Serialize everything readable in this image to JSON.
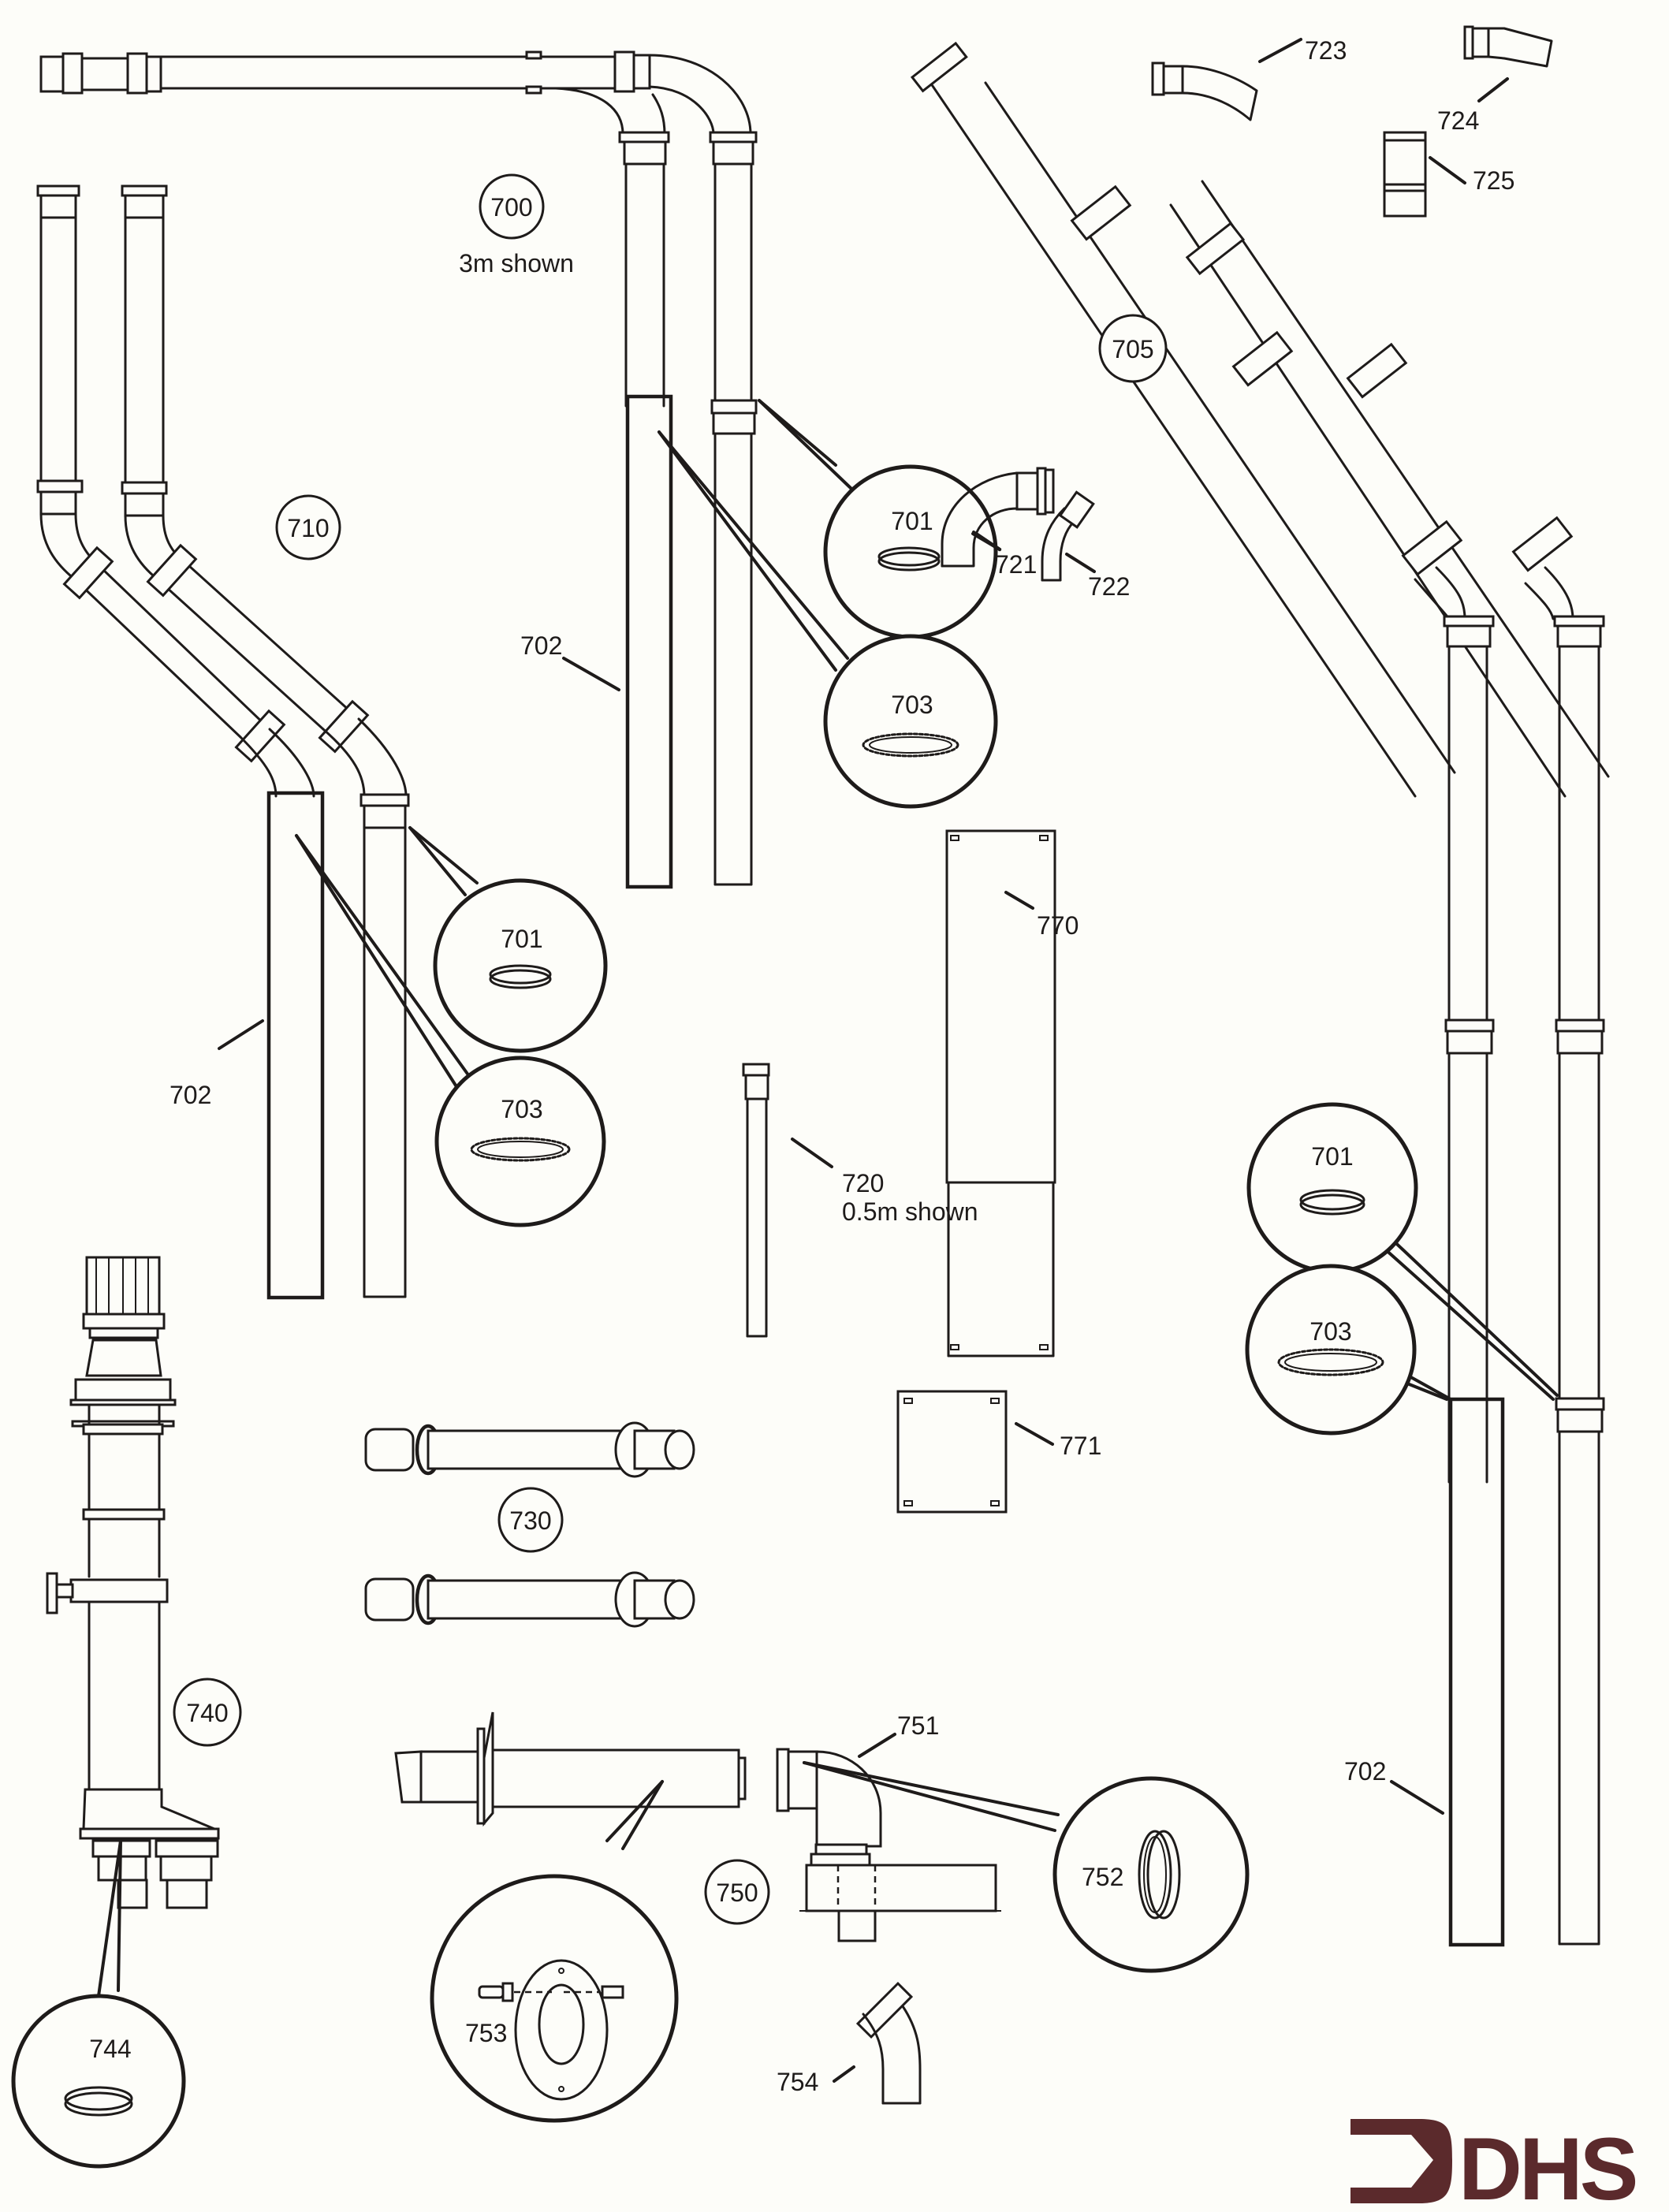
{
  "document": {
    "type": "exploded parts diagram",
    "subject": "flue kit components"
  },
  "parts": {
    "p700": {
      "ref": "700",
      "note": "3m shown"
    },
    "p701": {
      "ref": "701"
    },
    "p702": {
      "ref": "702"
    },
    "p703": {
      "ref": "703"
    },
    "p705": {
      "ref": "705"
    },
    "p710": {
      "ref": "710"
    },
    "p720": {
      "ref": "720",
      "note": "0.5m shown"
    },
    "p721": {
      "ref": "721"
    },
    "p722": {
      "ref": "722"
    },
    "p723": {
      "ref": "723"
    },
    "p724": {
      "ref": "724"
    },
    "p725": {
      "ref": "725"
    },
    "p730": {
      "ref": "730"
    },
    "p740": {
      "ref": "740"
    },
    "p744": {
      "ref": "744"
    },
    "p750": {
      "ref": "750"
    },
    "p751": {
      "ref": "751"
    },
    "p752": {
      "ref": "752"
    },
    "p753": {
      "ref": "753"
    },
    "p754": {
      "ref": "754"
    },
    "p770": {
      "ref": "770"
    },
    "p771": {
      "ref": "771"
    }
  },
  "logo": {
    "text": "DHS",
    "color": "#5b2a2c"
  }
}
